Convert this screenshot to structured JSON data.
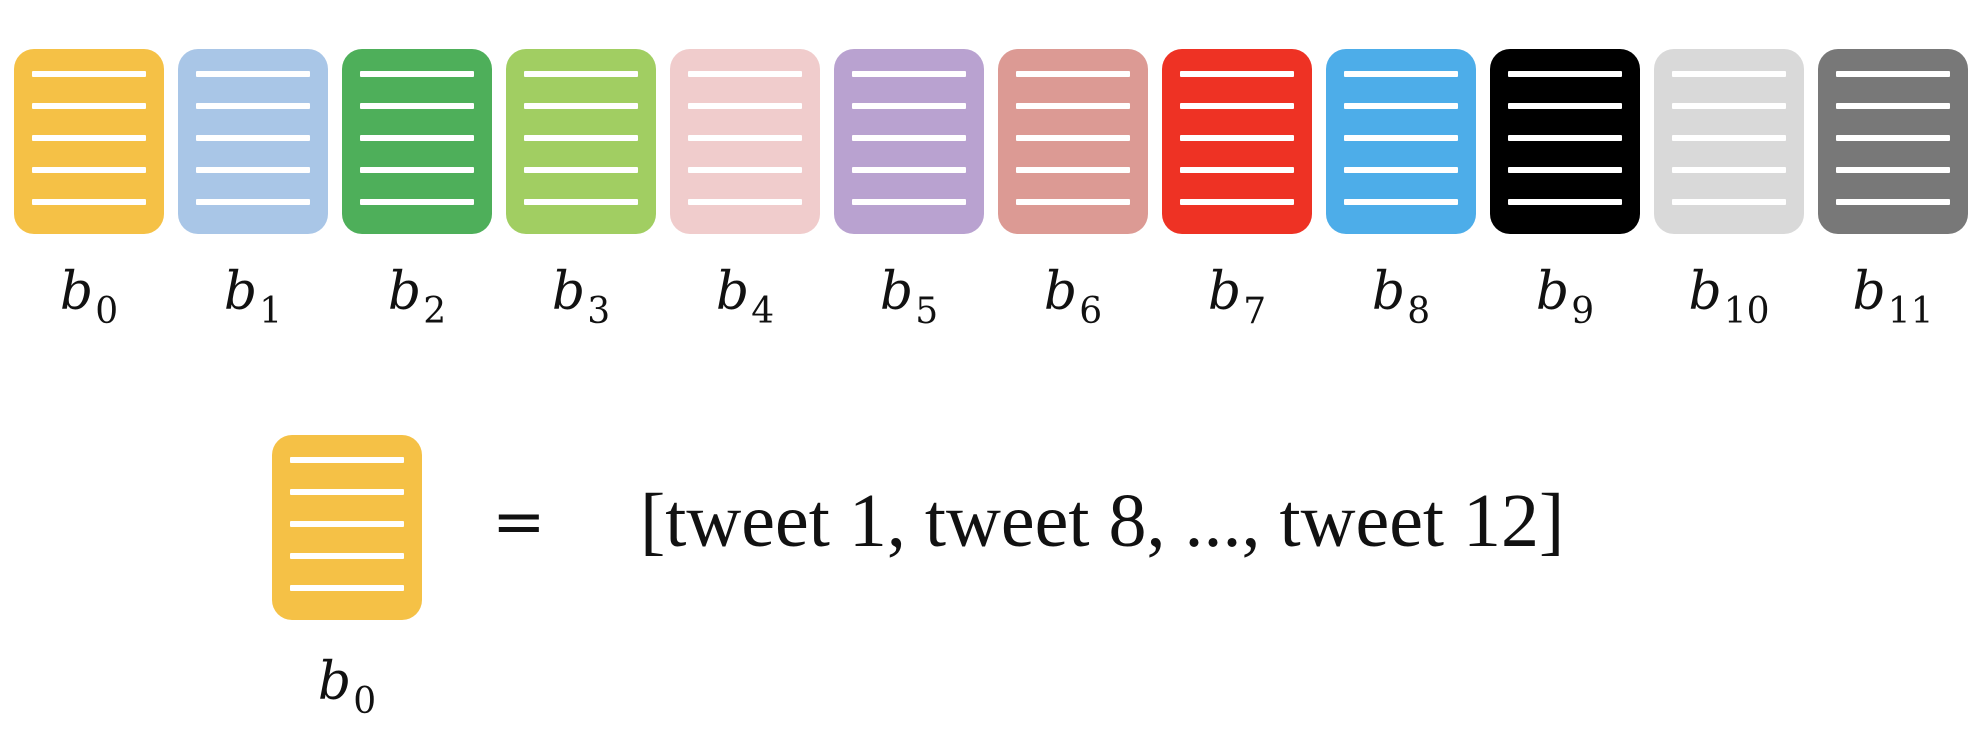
{
  "buckets": [
    {
      "name": "b",
      "sub": "0",
      "color": "#F5C146"
    },
    {
      "name": "b",
      "sub": "1",
      "color": "#A9C6E7"
    },
    {
      "name": "b",
      "sub": "2",
      "color": "#4EAF5A"
    },
    {
      "name": "b",
      "sub": "3",
      "color": "#A1CE62"
    },
    {
      "name": "b",
      "sub": "4",
      "color": "#F0CCCC"
    },
    {
      "name": "b",
      "sub": "5",
      "color": "#B9A2D0"
    },
    {
      "name": "b",
      "sub": "6",
      "color": "#DC9A94"
    },
    {
      "name": "b",
      "sub": "7",
      "color": "#EE3224"
    },
    {
      "name": "b",
      "sub": "8",
      "color": "#4DADE9"
    },
    {
      "name": "b",
      "sub": "9",
      "color": "#000000"
    },
    {
      "name": "b",
      "sub": "10",
      "color": "#D9D9D9"
    },
    {
      "name": "b",
      "sub": "11",
      "color": "#787878"
    }
  ],
  "detail": {
    "name": "b",
    "sub": "0",
    "color": "#F5C146",
    "equals": "=",
    "expression": "[tweet 1,  tweet 8, ..., tweet 12]"
  }
}
